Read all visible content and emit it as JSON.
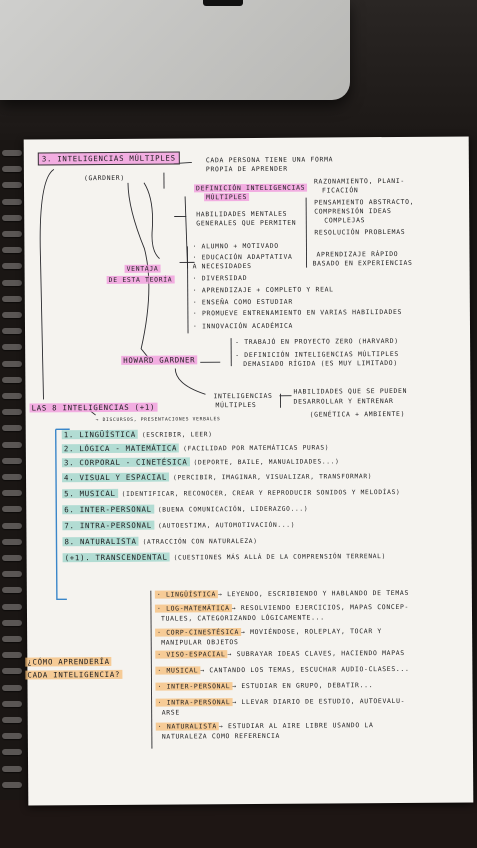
{
  "title": "3. INTELIGENCIAS MÚLTIPLES",
  "gardner": "(GARDNER)",
  "intro": [
    "CADA PERSONA TIENE UNA FORMA",
    "PROPIA DE APRENDER"
  ],
  "definition": {
    "title": [
      "DEFINICIÓN INTELIGENCIAS",
      "MÚLTIPLES"
    ],
    "text": [
      "HABILIDADES MENTALES",
      "GENERALES QUE PERMITEN"
    ],
    "skills": [
      "RAZONAMIENTO, PLANI-",
      "FICACIÓN",
      "PENSAMIENTO ABSTRACTO,",
      "COMPRENSIÓN IDEAS",
      "COMPLEJAS",
      "RESOLUCIÓN PROBLEMAS",
      "APRENDIZAJE RÁPIDO",
      "BASADO EN EXPERIENCIAS"
    ]
  },
  "ventaja": {
    "label": [
      "VENTAJA",
      "DE ESTA TEORÍA"
    ],
    "items": [
      "· ALUMNO + MOTIVADO",
      "· EDUCACIÓN ADAPTATIVA",
      "  A NECESIDADES",
      "· DIVERSIDAD",
      "· APRENDIZAJE + COMPLETO Y REAL",
      "· ENSEÑA COMO ESTUDIAR",
      "· PROMUEVE ENTRENAMIENTO EN VARIAS HABILIDADES",
      "· INNOVACIÓN ACADÉMICA"
    ]
  },
  "howard": {
    "label": "HOWARD GARDNER",
    "notes": [
      "- TRABAJÓ EN PROYECTO ZERO (HARVARD)",
      "- DEFINICIÓN INTELIGENCIAS MÚLTIPLES",
      "DEMASIADO RÍGIDA (ES MUY LIMITADO)"
    ],
    "im_label": [
      "INTELIGENCIAS",
      "MÚLTIPLES"
    ],
    "habilidades": [
      "HABILIDADES QUE SE PUEDEN",
      "DESARROLLAR Y ENTRENAR",
      "(GENÉTICA + AMBIENTE)"
    ]
  },
  "las8": {
    "label": "LAS 8 INTELIGENCIAS (+1)",
    "note": "→ DISCURSOS, PRESENTACIONES VERBALES",
    "items": [
      {
        "name": "1. LINGÜÍSTICA",
        "desc": "(ESCRIBIR, LEER)"
      },
      {
        "name": "2. LÓGICA - MATEMÁTICA",
        "desc": "(FACILIDAD POR MATEMÁTICAS PURAS)"
      },
      {
        "name": "3. CORPORAL - CINETÉSICA",
        "desc": "(DEPORTE, BAILE, MANUALIDADES...)"
      },
      {
        "name": "4. VISUAL Y ESPACIAL",
        "desc": "(PERCIBIR, IMAGINAR, VISUALIZAR, TRANSFORMAR)"
      },
      {
        "name": "5. MUSICAL",
        "desc": "(IDENTIFICAR, RECONOCER, CREAR Y REPRODUCIR SONIDOS Y MELODÍAS)"
      },
      {
        "name": "6. INTER-PERSONAL",
        "desc": "(BUENA COMUNICACIÓN, LIDERAZGO...)"
      },
      {
        "name": "7. INTRA-PERSONAL",
        "desc": "(AUTOESTIMA, AUTOMOTIVACIÓN...)"
      },
      {
        "name": "8. NATURALISTA",
        "desc": "(ATRACCIÓN CON NATURALEZA)"
      },
      {
        "name": "(+1). TRANSCENDENTAL",
        "desc": "(CUESTIONES MÁS ALLÁ DE LA COMPRENSIÓN TERRENAL)"
      }
    ]
  },
  "como": {
    "label": [
      "¿CÓMO APRENDERÍA",
      "CADA INTELIGENCIA?"
    ],
    "items": [
      {
        "name": "· LINGÜÍSTICA",
        "rest": "→ LEYENDO, ESCRIBIENDO Y HABLANDO DE TEMAS",
        "rest2": ""
      },
      {
        "name": "· LOG-MATEMÁTICA",
        "rest": "→ RESOLVIENDO EJERCICIOS, MAPAS CONCEP-",
        "rest2": "TUALES, CATEGORIZANDO LÓGICAMENTE..."
      },
      {
        "name": "· CORP-CINESTÉSICA",
        "rest": "→ MOVIÉNDOSE, ROLEPLAY, TOCAR Y",
        "rest2": "MANIPULAR OBJETOS"
      },
      {
        "name": "· VISO-ESPACIAL",
        "rest": "→ SUBRAYAR IDEAS CLAVES, HACIENDO MAPAS",
        "rest2": ""
      },
      {
        "name": "· MUSICAL",
        "rest": "→ CANTANDO LOS TEMAS, ESCUCHAR AUDIO-CLASES...",
        "rest2": ""
      },
      {
        "name": "· INTER-PERSONAL",
        "rest": "→ ESTUDIAR EN GRUPO, DEBATIR...",
        "rest2": ""
      },
      {
        "name": "· INTRA-PERSONAL",
        "rest": "→ LLEVAR DIARIO DE ESTUDIO, AUTOEVALU-",
        "rest2": "ARSE"
      },
      {
        "name": "· NATURALISTA",
        "rest": "→ ESTUDIAR AL AIRE LIBRE USANDO LA",
        "rest2": "NATURALEZA COMO REFERENCIA"
      }
    ]
  }
}
